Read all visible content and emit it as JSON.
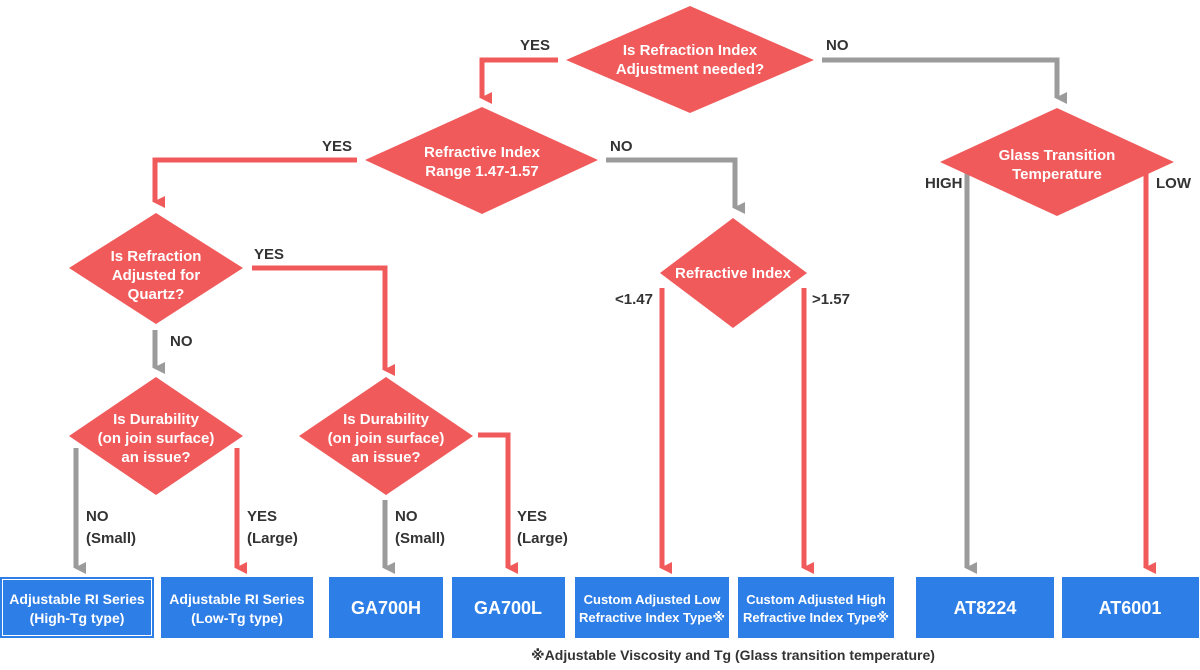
{
  "colors": {
    "red": "#f05a5b",
    "gray": "#9b9b9b",
    "blue": "#2d7ee6",
    "text": "#333333"
  },
  "decisions": {
    "ri_needed": [
      "Is Refraction Index",
      "Adjustment needed?"
    ],
    "ri_range": [
      "Refractive Index",
      "Range 1.47-1.57"
    ],
    "glass_tg": [
      "Glass Transition",
      "Temperature"
    ],
    "quartz": [
      "Is Refraction",
      "Adjusted for",
      "Quartz?"
    ],
    "refractive_index": [
      "Refractive Index"
    ],
    "durability_left": [
      "Is Durability",
      "(on join surface)",
      "an issue?"
    ],
    "durability_mid": [
      "Is Durability",
      "(on join surface)",
      "an issue?"
    ]
  },
  "labels": {
    "yes": "YES",
    "no": "NO",
    "high": "HIGH",
    "low": "LOW",
    "lt": "<1.47",
    "gt": ">1.57",
    "no_small": [
      "NO",
      "(Small)"
    ],
    "yes_large": [
      "YES",
      "(Large)"
    ]
  },
  "products": {
    "ri_high": [
      "Adjustable RI Series",
      "(High-Tg type)"
    ],
    "ri_low": [
      "Adjustable RI Series",
      "(Low-Tg type)"
    ],
    "ga700h": [
      "GA700H"
    ],
    "ga700l": [
      "GA700L"
    ],
    "custom_low": [
      "Custom Adjusted Low",
      "Refractive Index Type※"
    ],
    "custom_high": [
      "Custom Adjusted High",
      "Refractive Index Type※"
    ],
    "at8224": [
      "AT8224"
    ],
    "at6001": [
      "AT6001"
    ]
  },
  "footnote": "※Adjustable Viscosity and Tg (Glass transition temperature)"
}
